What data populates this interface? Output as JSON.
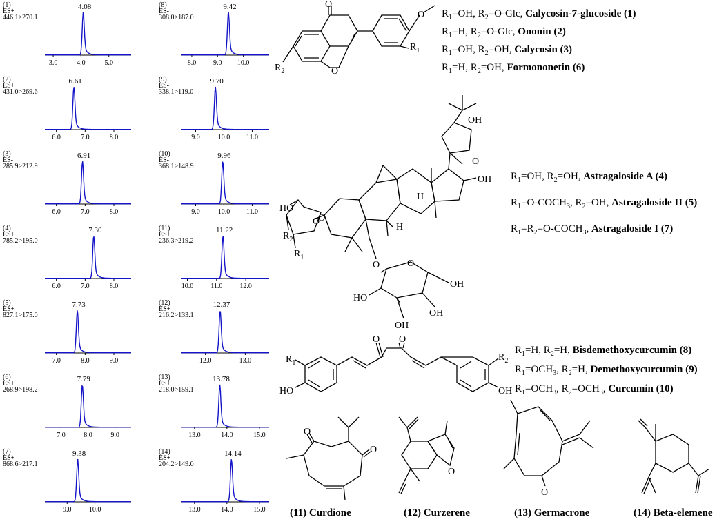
{
  "chromatograms": [
    {
      "id": "(1)",
      "mode": "ES+",
      "transition": "446.1>270.1",
      "peak_rt": 4.08,
      "peak_label": "4.08",
      "x_range": [
        2.7,
        5.8
      ],
      "ticks": [
        "3.0",
        "4.0",
        "5.0"
      ],
      "tick_values": [
        3.0,
        4.0,
        5.0
      ]
    },
    {
      "id": "(2)",
      "mode": "ES+",
      "transition": "431.0>269.6",
      "peak_rt": 6.61,
      "peak_label": "6.61",
      "x_range": [
        5.6,
        8.6
      ],
      "ticks": [
        "6.0",
        "7.0",
        "8.0"
      ],
      "tick_values": [
        6.0,
        7.0,
        8.0
      ]
    },
    {
      "id": "(3)",
      "mode": "ES-",
      "transition": "285.9>212.9",
      "peak_rt": 6.91,
      "peak_label": "6.91",
      "x_range": [
        5.6,
        8.6
      ],
      "ticks": [
        "6.0",
        "7.0",
        "8.0"
      ],
      "tick_values": [
        6.0,
        7.0,
        8.0
      ]
    },
    {
      "id": "(4)",
      "mode": "ES+",
      "transition": "785.2>195.0",
      "peak_rt": 7.3,
      "peak_label": "7.30",
      "x_range": [
        5.6,
        8.6
      ],
      "ticks": [
        "6.0",
        "7.0",
        "8.0"
      ],
      "tick_values": [
        6.0,
        7.0,
        8.0
      ]
    },
    {
      "id": "(5)",
      "mode": "ES+",
      "transition": "827.1>175.0",
      "peak_rt": 7.73,
      "peak_label": "7.73",
      "x_range": [
        6.6,
        9.6
      ],
      "ticks": [
        "7.0",
        "8.0",
        "9.0"
      ],
      "tick_values": [
        7.0,
        8.0,
        9.0
      ]
    },
    {
      "id": "(6)",
      "mode": "ES+",
      "transition": "268.9>198.2",
      "peak_rt": 7.79,
      "peak_label": "7.79",
      "x_range": [
        6.4,
        9.6
      ],
      "ticks": [
        "7.0",
        "8.0",
        "9.0"
      ],
      "tick_values": [
        7.0,
        8.0,
        9.0
      ]
    },
    {
      "id": "(7)",
      "mode": "ES+",
      "transition": "868.6>217.1",
      "peak_rt": 9.38,
      "peak_label": "9.38",
      "x_range": [
        8.2,
        11.3
      ],
      "ticks": [
        "9.0",
        "10.0"
      ],
      "tick_values": [
        9.0,
        10.0
      ]
    },
    {
      "id": "(8)",
      "mode": "ES-",
      "transition": "308.0>187.0",
      "peak_rt": 9.42,
      "peak_label": "9.42",
      "x_range": [
        7.6,
        11.0
      ],
      "ticks": [
        "8.0",
        "9.0",
        "10.0"
      ],
      "tick_values": [
        8.0,
        9.0,
        10.0
      ]
    },
    {
      "id": "(9)",
      "mode": "ES-",
      "transition": "338.1>119.0",
      "peak_rt": 9.7,
      "peak_label": "9.70",
      "x_range": [
        8.5,
        11.6
      ],
      "ticks": [
        "9.0",
        "10.0",
        "11.0"
      ],
      "tick_values": [
        9.0,
        10.0,
        11.0
      ]
    },
    {
      "id": "(10)",
      "mode": "ES-",
      "transition": "368.1>148.9",
      "peak_rt": 9.96,
      "peak_label": "9.96",
      "x_range": [
        8.5,
        11.6
      ],
      "ticks": [
        "9.0",
        "10.0",
        "11.0"
      ],
      "tick_values": [
        9.0,
        10.0,
        11.0
      ]
    },
    {
      "id": "(11)",
      "mode": "ES+",
      "transition": "236.3>219.2",
      "peak_rt": 11.22,
      "peak_label": "11.22",
      "x_range": [
        9.8,
        12.8
      ],
      "ticks": [
        "10.0",
        "11.0",
        "12.0"
      ],
      "tick_values": [
        10.0,
        11.0,
        12.0
      ]
    },
    {
      "id": "(12)",
      "mode": "ES+",
      "transition": "216.2>133.1",
      "peak_rt": 12.37,
      "peak_label": "12.37",
      "x_range": [
        11.4,
        13.6
      ],
      "ticks": [
        "12.0",
        "13.0"
      ],
      "tick_values": [
        12.0,
        13.0
      ]
    },
    {
      "id": "(13)",
      "mode": "ES+",
      "transition": "218.0>159.1",
      "peak_rt": 13.78,
      "peak_label": "13.78",
      "x_range": [
        12.6,
        15.3
      ],
      "ticks": [
        "13.0",
        "14.0",
        "15.0"
      ],
      "tick_values": [
        13.0,
        14.0,
        15.0
      ]
    },
    {
      "id": "(14)",
      "mode": "ES+",
      "transition": "204.2>149.0",
      "peak_rt": 14.14,
      "peak_label": "14.14",
      "x_range": [
        12.6,
        15.3
      ],
      "ticks": [
        "13.0",
        "14.0",
        "15.0"
      ],
      "tick_values": [
        13.0,
        14.0,
        15.0
      ]
    }
  ],
  "isoflavone": {
    "atom_O": "O",
    "atom_R1": "R",
    "atom_R2": "R",
    "sub1": "1",
    "sub2": "2",
    "rows": [
      {
        "r1": "=OH, R",
        "r2": "=O-Glc, ",
        "name": "Calycosin-7-glucoside (1)"
      },
      {
        "r1": "=H, R",
        "r2": "=O-Glc, ",
        "name": "Ononin (2)"
      },
      {
        "r1": "=OH, R",
        "r2": "=OH, ",
        "name": "Calycosin (3)"
      },
      {
        "r1": "=H, R",
        "r2": "=OH, ",
        "name": "Formononetin (6)"
      }
    ]
  },
  "saponin": {
    "atoms": {
      "OH_top": "OH",
      "O_ring": "O",
      "OH_right": "OH",
      "H1": "H",
      "H2": "H",
      "HO_left": "HO",
      "O_pyran": "O",
      "R2": "R",
      "R1": "R",
      "sub1": "1",
      "sub2": "2",
      "O_link1": "O",
      "O_link2": "O",
      "O_glc": "O",
      "OH_glc_right": "OH",
      "HO_glc": "HO",
      "OH_glc_b1": "OH",
      "OH_glc_b2": "OH"
    },
    "rows": [
      {
        "p1": "R",
        "s1": "1",
        "p2": "=OH, R",
        "s2": "2",
        "p3": "=OH, ",
        "name": "Astragaloside A (4)"
      },
      {
        "p1": "R",
        "s1": "1",
        "p2": "=O-COCH",
        "s2": "3",
        "p3": ", R",
        "s3": "2",
        "p4": "=OH, ",
        "name": "Astragaloside II (5)"
      },
      {
        "p1": "R",
        "s1": "1",
        "p2": "=R",
        "s2": "2",
        "p3": "=O-COCH",
        "s3": "3",
        "p4": ", ",
        "name": "Astragaloside I (7)"
      }
    ]
  },
  "curcumin": {
    "atoms": {
      "O1": "O",
      "O2": "O",
      "R1": "R",
      "R2": "R",
      "sub1": "1",
      "sub2": "2",
      "HO": "HO",
      "OH": "OH"
    },
    "rows": [
      {
        "a": "R",
        "sa": "1",
        "b": "=H, R",
        "sb": "2",
        "c": "=H, ",
        "name": "Bisdemethoxycurcumin (8)"
      },
      {
        "a": "R",
        "sa": "1",
        "b": "=OCH",
        "sb": "3",
        "c": ", R",
        "sc": "2",
        "d": "=H, ",
        "name": "Demethoxycurcumin (9)"
      },
      {
        "a": "R",
        "sa": "1",
        "b": "=OCH",
        "sb": "3",
        "c": ", R",
        "sc": "2",
        "d": "=OCH",
        "sd": "3",
        "e": ", ",
        "name": "Curcumin (10)"
      }
    ]
  },
  "terpenoids": {
    "labels": [
      "(11) Curdione",
      "(12) Curzerene",
      "(13) Germacrone",
      "(14) Beta-elemene"
    ],
    "atoms": {
      "O11a": "O",
      "O11b": "O",
      "O12": "O",
      "O13": "O"
    }
  },
  "colors": {
    "trace": "#1414c8",
    "axis": "#000000"
  }
}
